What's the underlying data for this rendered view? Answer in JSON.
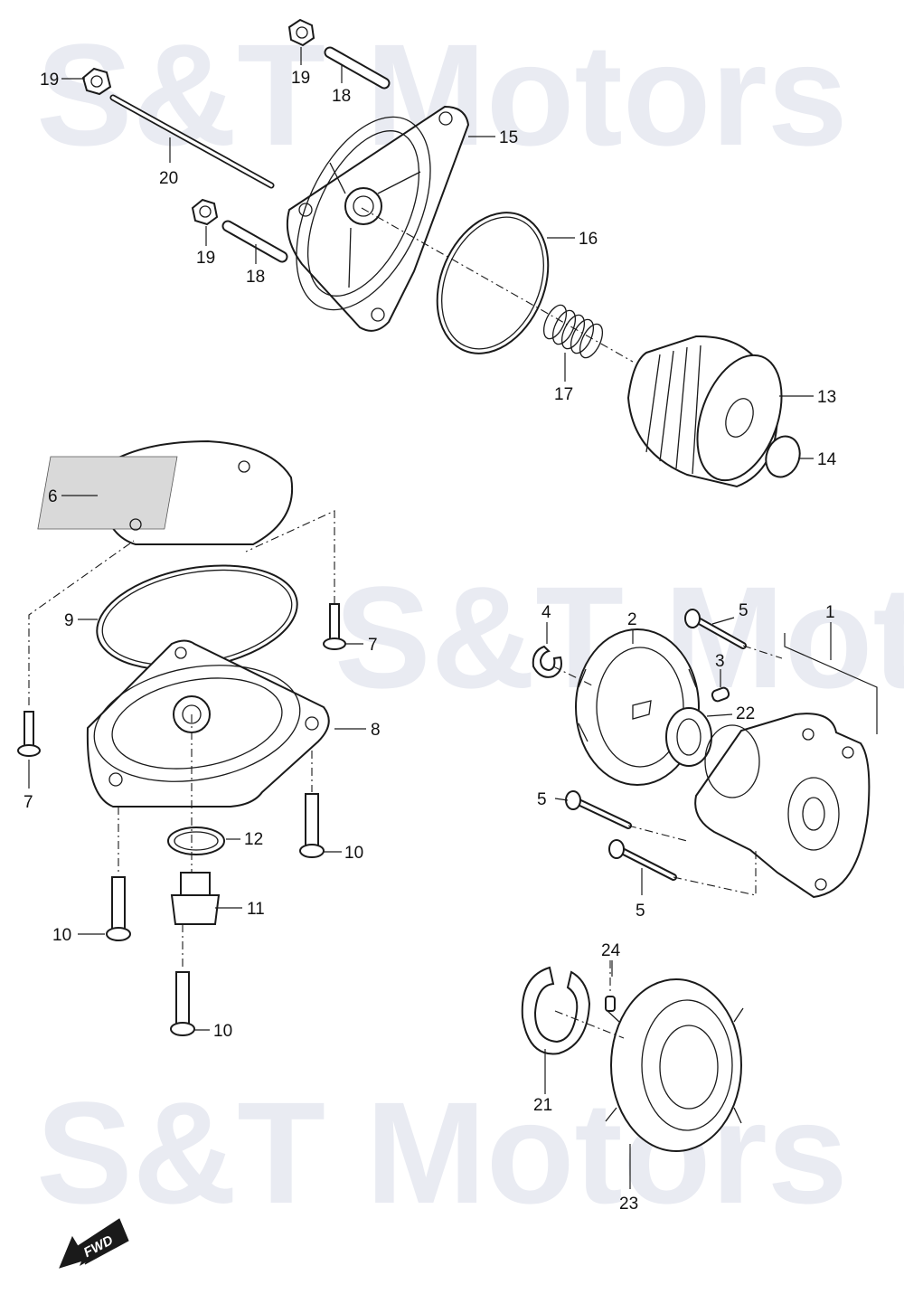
{
  "watermark": {
    "text": "S&T Motors"
  },
  "badge": {
    "fwd": "FWD"
  },
  "callouts": [
    {
      "id": "c19a",
      "num": "19"
    },
    {
      "id": "c19b",
      "num": "19"
    },
    {
      "id": "c19c",
      "num": "19"
    },
    {
      "id": "c18a",
      "num": "18"
    },
    {
      "id": "c18b",
      "num": "18"
    },
    {
      "id": "c20",
      "num": "20"
    },
    {
      "id": "c15",
      "num": "15"
    },
    {
      "id": "c16",
      "num": "16"
    },
    {
      "id": "c17",
      "num": "17"
    },
    {
      "id": "c13",
      "num": "13"
    },
    {
      "id": "c14",
      "num": "14"
    },
    {
      "id": "c6",
      "num": "6"
    },
    {
      "id": "c9",
      "num": "9"
    },
    {
      "id": "c7a",
      "num": "7"
    },
    {
      "id": "c7b",
      "num": "7"
    },
    {
      "id": "c8",
      "num": "8"
    },
    {
      "id": "c12",
      "num": "12"
    },
    {
      "id": "c11",
      "num": "11"
    },
    {
      "id": "c10a",
      "num": "10"
    },
    {
      "id": "c10b",
      "num": "10"
    },
    {
      "id": "c10c",
      "num": "10"
    },
    {
      "id": "c4",
      "num": "4"
    },
    {
      "id": "c2",
      "num": "2"
    },
    {
      "id": "c5a",
      "num": "5"
    },
    {
      "id": "c3",
      "num": "3"
    },
    {
      "id": "c1",
      "num": "1"
    },
    {
      "id": "c22",
      "num": "22"
    },
    {
      "id": "c5b",
      "num": "5"
    },
    {
      "id": "c5c",
      "num": "5"
    },
    {
      "id": "c24",
      "num": "24"
    },
    {
      "id": "c21",
      "num": "21"
    },
    {
      "id": "c23",
      "num": "23"
    }
  ]
}
